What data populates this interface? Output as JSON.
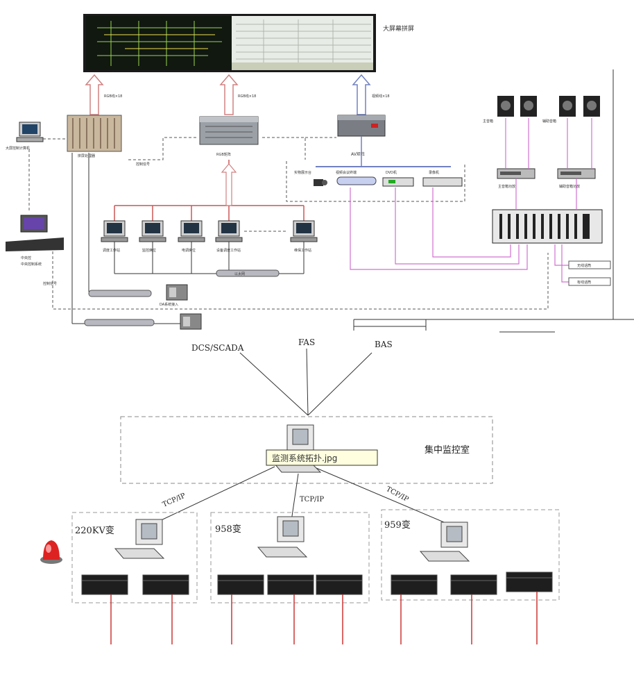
{
  "upper": {
    "screen_wall_label": "大屏幕拼屏",
    "rgb_cable_1": "RGB线×18",
    "rgb_cable_2": "RGB线×18",
    "video_cable": "视频线×18",
    "controller_label": "拼屏处理器",
    "rgb_matrix_label": "RGB矩阵",
    "av_matrix_label": "AV矩阵",
    "control_pc_label": "大屏控制计算机",
    "center_control_label": "中央控制系统",
    "control_signal_1": "控制信号",
    "control_signal_2": "控制信号",
    "ws_labels": [
      "调度工作站",
      "监控席位",
      "电调席位",
      "设备调度工作站",
      "维保工作站"
    ],
    "network_label": "以太网",
    "switch_label": "DA系统接入",
    "av_devices": [
      "实物展示台",
      "视频会议终端",
      "DVD机",
      "录像机"
    ],
    "speaker_left_label": "主音箱",
    "speaker_right_label": "辅助音箱",
    "amp_left_label": "主音箱功放",
    "amp_right_label": "辅助音箱功放",
    "mic_labels": [
      "无线话筒",
      "有线话筒"
    ]
  },
  "lower": {
    "systems": [
      "DCS/SCADA",
      "FAS",
      "BAS"
    ],
    "control_room_label": "集中监控室",
    "tooltip": "监测系统拓扑.jpg",
    "protocol": "TCP/IP",
    "substations": [
      "220KV变",
      "958变",
      "959变"
    ]
  },
  "colors": {
    "pink_line": "#d070d0",
    "red_line": "#cc3333",
    "dashed": "#555555"
  }
}
